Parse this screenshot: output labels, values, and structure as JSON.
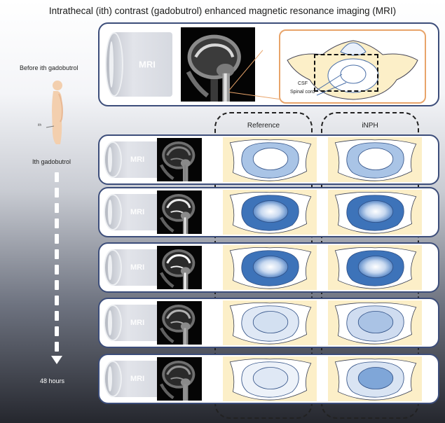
{
  "title": "Intrathecal (ith) contrast (gadobutrol) enhanced magnetic resonance imaging (MRI)",
  "side": {
    "before_label": "Before ith gadobutrol",
    "ith_label": "Ith gadobutrol",
    "end_label": "48 hours",
    "needle_label": "ith"
  },
  "scanner_label": "MRI",
  "columns": {
    "reference": "Reference",
    "inph": "iNPH"
  },
  "zoom_labels": {
    "csf": "CSF",
    "spinal_cord": "Spinal cord"
  },
  "colors": {
    "panel_border": "#3c4d7a",
    "zoom_border": "#e8a46a",
    "tissue_bg": "#fcefc8",
    "csf_light": "#a9c4e6",
    "csf_dark": "#3d73b9",
    "csf_pale": "#dfe8f5"
  },
  "rows": [
    {
      "name": "row-1",
      "reference": {
        "csf": "#a9c4e6",
        "cord": "#ffffff"
      },
      "inph": {
        "csf": "#a9c4e6",
        "cord": "#ffffff"
      }
    },
    {
      "name": "row-2",
      "reference": {
        "csf": "#3d73b9",
        "cord": "glow"
      },
      "inph": {
        "csf": "#3d73b9",
        "cord": "glow"
      }
    },
    {
      "name": "row-3",
      "reference": {
        "csf": "#3d73b9",
        "cord": "glow"
      },
      "inph": {
        "csf": "#3d73b9",
        "cord": "glow"
      }
    },
    {
      "name": "row-4",
      "reference": {
        "csf": "#dfe8f5",
        "cord": "#d3e0f1"
      },
      "inph": {
        "csf": "#cfdcf0",
        "cord": "#aac3e5"
      }
    },
    {
      "name": "row-5",
      "reference": {
        "csf": "#edf2f9",
        "cord": "#dfe8f5"
      },
      "inph": {
        "csf": "#d9e4f3",
        "cord": "#7fa6d8"
      }
    }
  ]
}
